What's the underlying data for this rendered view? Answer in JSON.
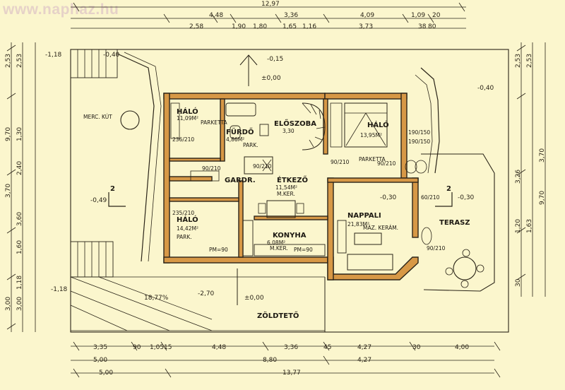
{
  "watermark": "www.naphaz.hu",
  "rooms": {
    "halo_ne": {
      "name": "HÁLÓ",
      "area": "11,09M²",
      "floor": "PARKETTA"
    },
    "furdo": {
      "name": "FÜRDŐ",
      "area": "4,86M²",
      "floor": "PARK."
    },
    "eloszoba": {
      "name": "ELŐSZOBA",
      "area": "3,30"
    },
    "halo_e": {
      "name": "HÁLÓ",
      "area": "13,95M²",
      "floor": "PARKETTA"
    },
    "gardr": {
      "name": "GARDR."
    },
    "etkezo": {
      "name": "ÉTKEZŐ",
      "area": "11,54M²",
      "floor": "M.KER."
    },
    "halo_sw": {
      "name": "HÁLÓ",
      "area": "14,42M²",
      "floor": "PARK."
    },
    "konyha": {
      "name": "KONYHA",
      "area": "6,08M²",
      "floor": "M.KER."
    },
    "nappali": {
      "name": "NAPPALI",
      "area": "21,83M²",
      "floor": "MÁZ. KERÁM."
    },
    "terasz": {
      "name": "TERASZ"
    },
    "zoldteto": {
      "name": "ZÖLDTETŐ"
    },
    "merc_kut": {
      "name": "MERC. KÚT"
    }
  },
  "marks": {
    "section_left": "2",
    "section_right": "2",
    "slope": "18,77%",
    "ph_left": "PM=90",
    "ph_right": "PM=90"
  },
  "levels": [
    "-0,40",
    "-1,18",
    "-0,15",
    "-0,40",
    "-0,49",
    "-0,30",
    "-0,30",
    "-2,70",
    "±0,00",
    "-1,18",
    "±0,00"
  ],
  "openings": [
    "90/210",
    "236/210",
    "90/210",
    "235/210",
    "190/150",
    "190/150",
    "90/210",
    "60/210",
    "90/210",
    "90/210"
  ],
  "dims_top_total": "12,97",
  "dims_top_row1": [
    "4,48",
    "3,36",
    "4,09",
    "1,09",
    "20"
  ],
  "dims_top_row2": [
    "2,58",
    "1,90",
    "1,80",
    "1,65",
    "1,16",
    "3,73",
    "38",
    "80"
  ],
  "dims_bottom_row1": [
    "3,35",
    "90",
    "1,05",
    "15",
    "4,48",
    "3,36",
    "45",
    "4,27",
    "30",
    "4,00"
  ],
  "dims_bottom_row2": [
    "5,00",
    "8,80",
    "4,27"
  ],
  "dims_bottom_row3": [
    "5,00",
    "13,77"
  ],
  "dims_left": [
    "2,53",
    "2,53",
    "3,70",
    "9,70",
    "1,30",
    "2,40",
    "3,60",
    "1,60",
    "1,18",
    "3,00",
    "3,00"
  ],
  "dims_right": [
    "2,53",
    "2,53",
    "3,26",
    "3,70",
    "9,70",
    "1,20",
    "1,63",
    "30"
  ]
}
